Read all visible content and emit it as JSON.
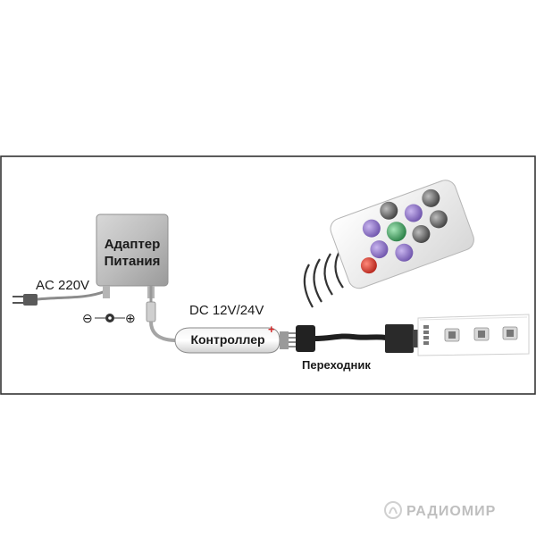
{
  "adapter": {
    "line1": "Адаптер",
    "line2": "Питания"
  },
  "input_voltage": "AC 220V",
  "polarity": {
    "minus": "⊖",
    "plus": "⊕"
  },
  "output_voltage": "DC 12V/24V",
  "controller": {
    "label": "Контроллер",
    "plus_mark": "+"
  },
  "adapter_cable": "Переходник",
  "watermark": "РАДИОМИР",
  "colors": {
    "frame": "#333333",
    "remote_button_purple": "#7a5fb5",
    "remote_button_green": "#2f9a55",
    "remote_button_dark": "#4a4a4a",
    "power_button": "#c8342a",
    "plus_red": "#d42a2a"
  }
}
